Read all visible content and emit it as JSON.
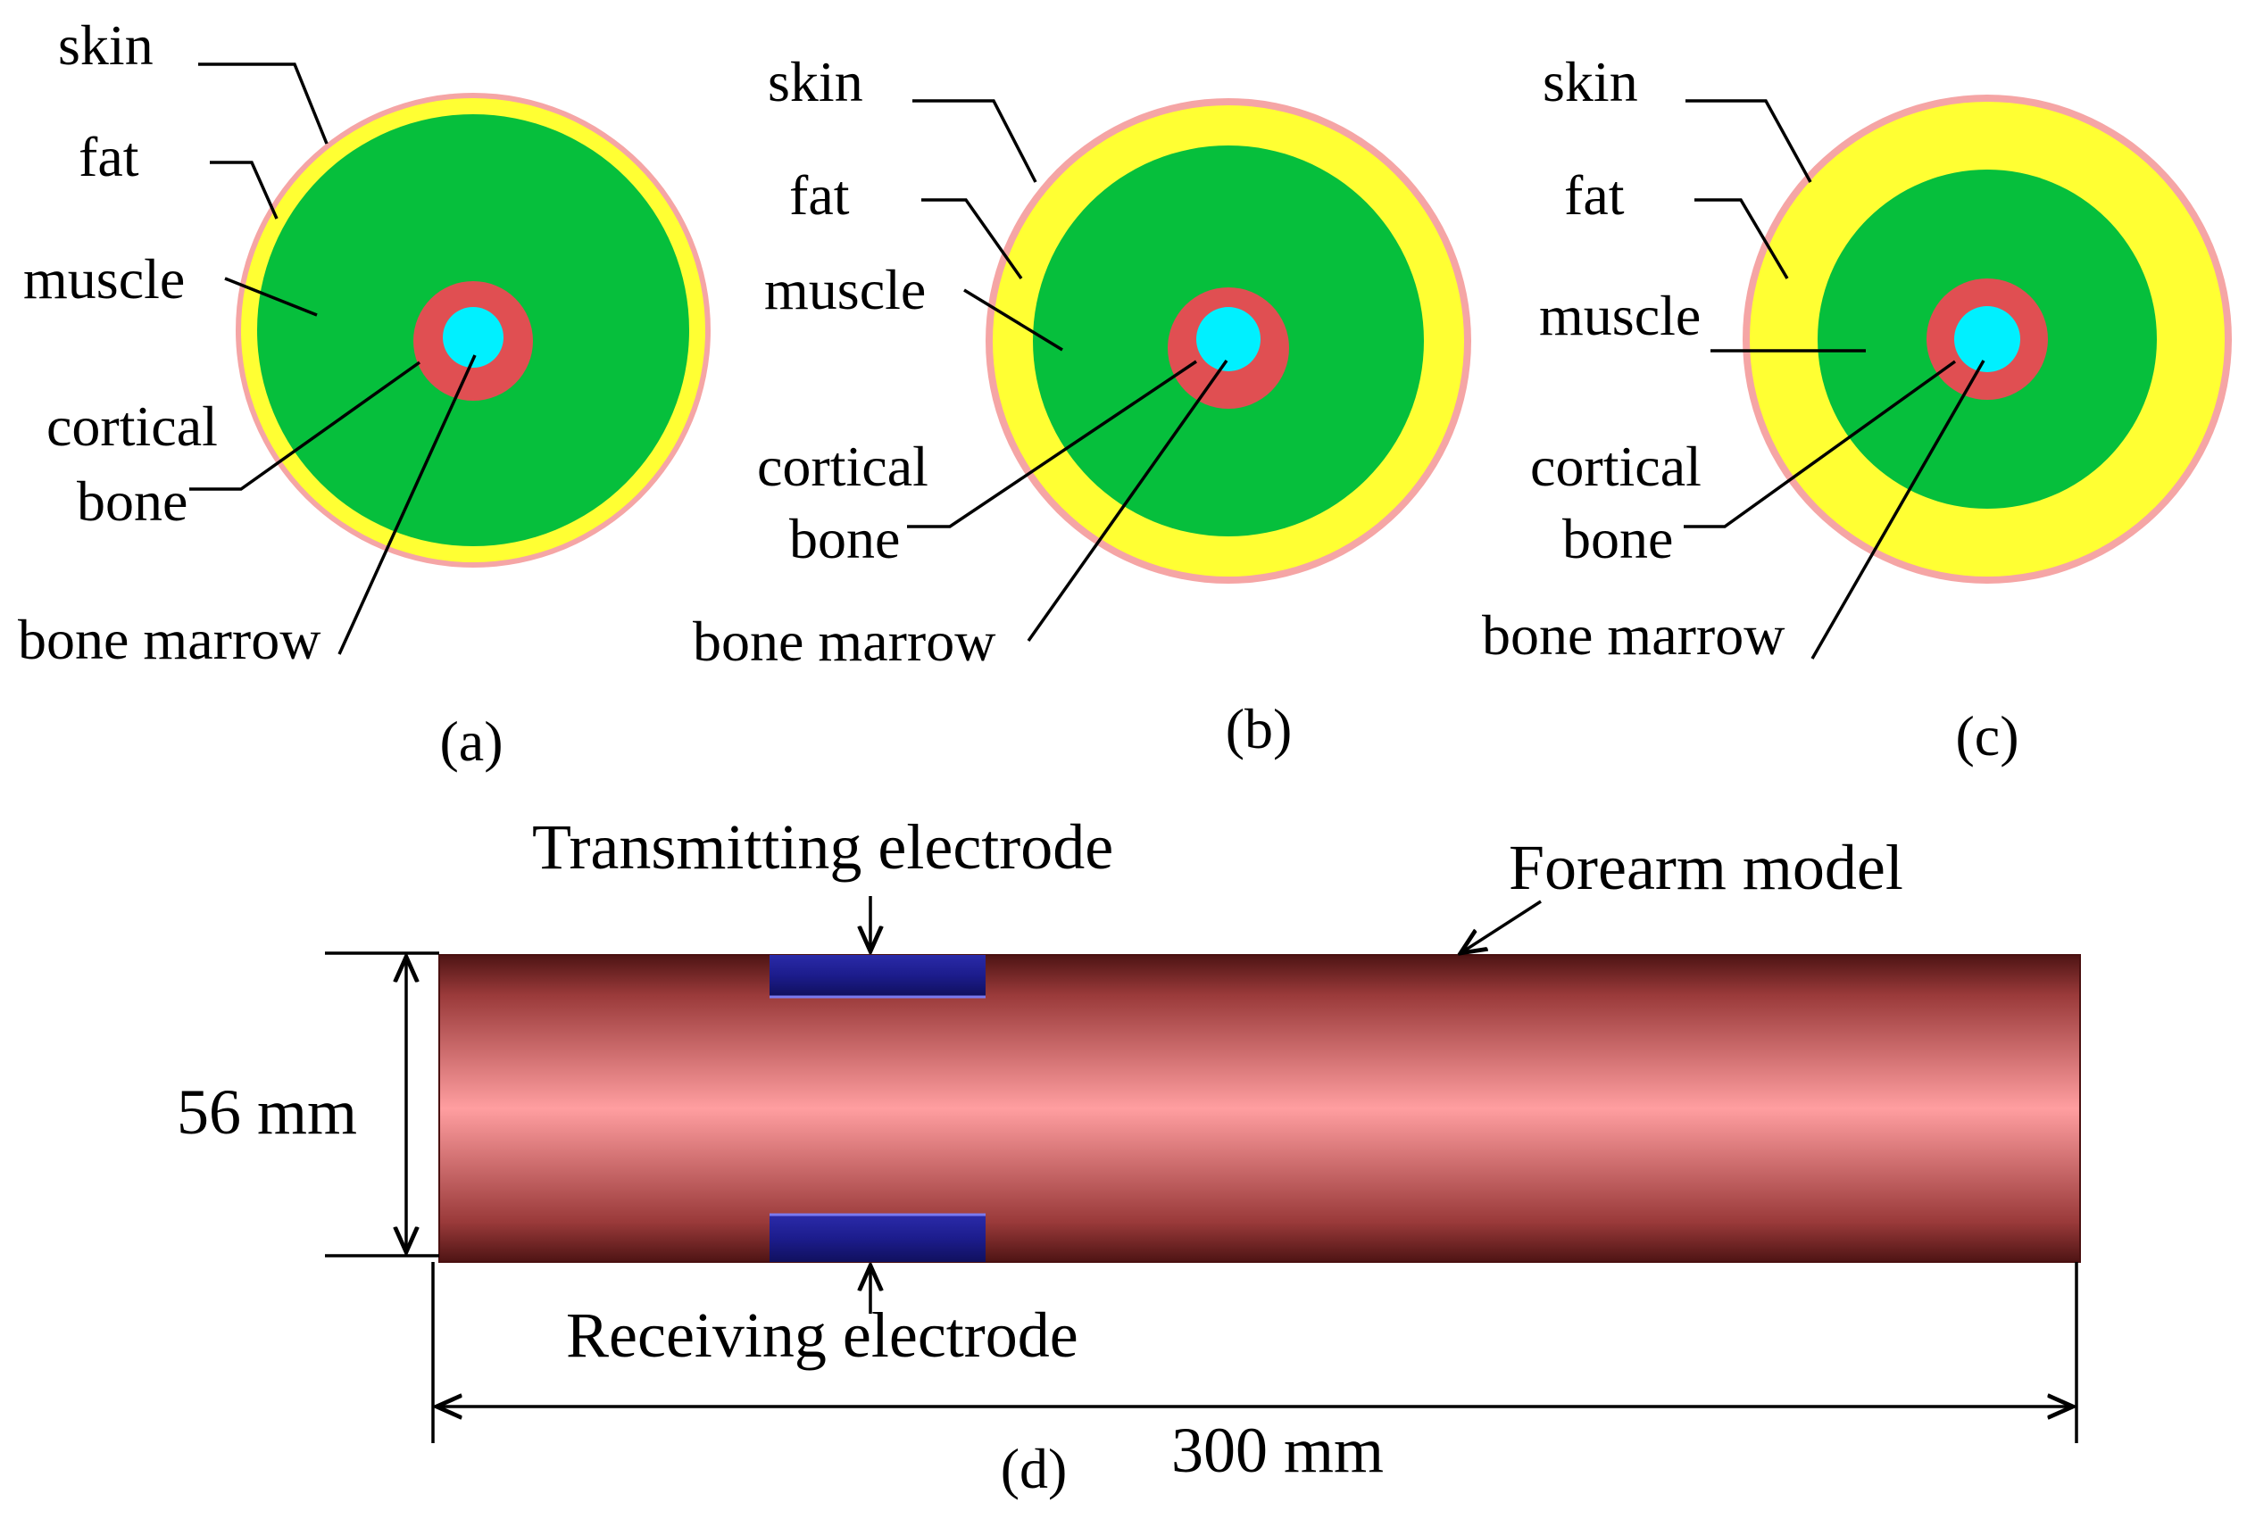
{
  "colors": {
    "skin": "#f5a5a5",
    "fat": "#ffff33",
    "muscle": "#06bf3c",
    "cortical_bone": "#e04f52",
    "bone_marrow": "#00f0ff",
    "forearm_light": "#ff9ea0",
    "forearm_dark": "#4e1414",
    "electrode": "#1c1c96"
  },
  "panels": [
    {
      "caption": "(a)",
      "labels": {
        "skin": "skin",
        "fat": "fat",
        "muscle": "muscle",
        "cortical_1": "cortical",
        "cortical_2": "bone",
        "bone_marrow": "bone marrow"
      }
    },
    {
      "caption": "(b)",
      "labels": {
        "skin": "skin",
        "fat": "fat",
        "muscle": "muscle",
        "cortical_1": "cortical",
        "cortical_2": "bone",
        "bone_marrow": "bone marrow"
      }
    },
    {
      "caption": "(c)",
      "labels": {
        "skin": "skin",
        "fat": "fat",
        "muscle": "muscle",
        "cortical_1": "cortical",
        "cortical_2": "bone",
        "bone_marrow": "bone marrow"
      }
    }
  ],
  "model": {
    "caption": "(d)",
    "transmitting_label": "Transmitting electrode",
    "receiving_label": "Receiving electrode",
    "forearm_label": "Forearm model",
    "diameter_label": "56 mm",
    "length_label": "300 mm"
  }
}
